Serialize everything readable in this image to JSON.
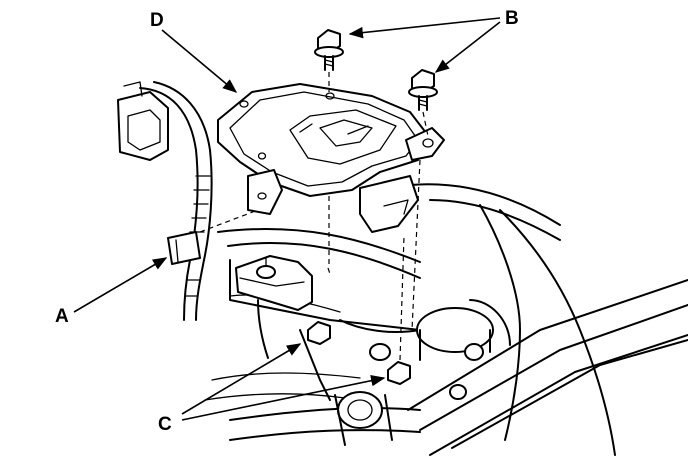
{
  "callouts": {
    "a": "A",
    "b": "B",
    "c": "C",
    "d": "D"
  },
  "parts": {
    "harness_clamp": "harness-clamp",
    "bolts": "flange-bolt-icon",
    "mounting_nuts": "mounting-nut-icon",
    "bracket": "mounting-bracket"
  }
}
